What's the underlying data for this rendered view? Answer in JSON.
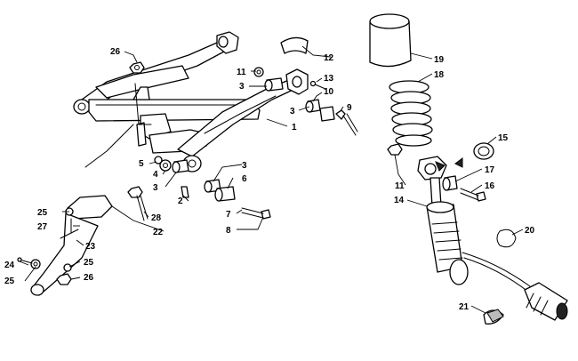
{
  "callouts": [
    {
      "id": "c1",
      "text": "1"
    },
    {
      "id": "c2",
      "text": "2"
    },
    {
      "id": "c3a",
      "text": "3"
    },
    {
      "id": "c3b",
      "text": "3"
    },
    {
      "id": "c3c",
      "text": "3"
    },
    {
      "id": "c3d",
      "text": "3"
    },
    {
      "id": "c4",
      "text": "4"
    },
    {
      "id": "c5",
      "text": "5"
    },
    {
      "id": "c6",
      "text": "6"
    },
    {
      "id": "c7",
      "text": "7"
    },
    {
      "id": "c8",
      "text": "8"
    },
    {
      "id": "c9",
      "text": "9"
    },
    {
      "id": "c10",
      "text": "10"
    },
    {
      "id": "c11a",
      "text": "11"
    },
    {
      "id": "c11b",
      "text": "11"
    },
    {
      "id": "c12",
      "text": "12"
    },
    {
      "id": "c13",
      "text": "13"
    },
    {
      "id": "c14",
      "text": "14"
    },
    {
      "id": "c15",
      "text": "15"
    },
    {
      "id": "c16",
      "text": "16"
    },
    {
      "id": "c17",
      "text": "17"
    },
    {
      "id": "c18",
      "text": "18"
    },
    {
      "id": "c19",
      "text": "19"
    },
    {
      "id": "c20",
      "text": "20"
    },
    {
      "id": "c21",
      "text": "21"
    },
    {
      "id": "c22",
      "text": "22"
    },
    {
      "id": "c23",
      "text": "23"
    },
    {
      "id": "c24",
      "text": "24"
    },
    {
      "id": "c25a",
      "text": "25"
    },
    {
      "id": "c25b",
      "text": "25"
    },
    {
      "id": "c25c",
      "text": "25"
    },
    {
      "id": "c26a",
      "text": "26"
    },
    {
      "id": "c26b",
      "text": "26"
    },
    {
      "id": "c27",
      "text": "27"
    },
    {
      "id": "c28",
      "text": "28"
    }
  ]
}
